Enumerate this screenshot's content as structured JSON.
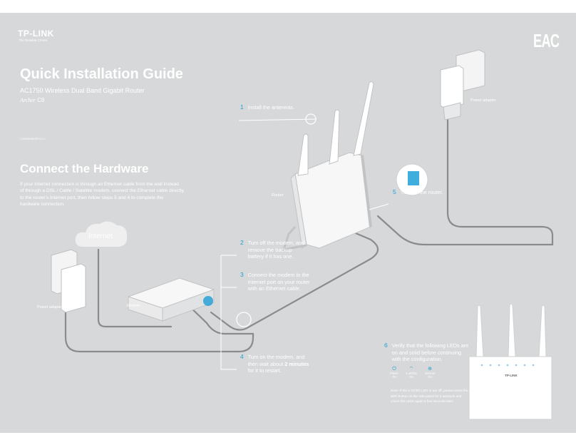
{
  "header": {
    "brand": "TP-LINK",
    "tagline": "The Reliable Choice",
    "cert_mark": "EAC",
    "title": "Quick Installation Guide",
    "subtitle": "AC1750 Wireless Dual Band Gigabit Router",
    "model_prefix": "Archer",
    "model_suffix": "C8",
    "doc_code": "7106505908   REV3.0.0"
  },
  "section": {
    "heading": "Connect the Hardware",
    "intro": "If your Internet connection is through an Ethernet cable from the wall instead of through a DSL / Cable / Satellite modem, connect the Ethernet cable directly to the router's Internet port, then follow steps 5 and 6 to complete the hardware connection."
  },
  "labels": {
    "internet": "Internet",
    "modem": "Modem",
    "router": "Router",
    "power_adapter_left": "Power adapter",
    "power_adapter_right": "Power adapter",
    "router_brand": "TP-LINK"
  },
  "steps": [
    {
      "num": "1",
      "text": "Install the antennas."
    },
    {
      "num": "2",
      "text": "Turn off the modem, and remove the backup battery if it has one."
    },
    {
      "num": "3",
      "text": "Connect the modem to the Internet port on your router with an Ethernet cable."
    },
    {
      "num": "4",
      "text_before": "Turn on the modem, and then wait about ",
      "bold": "2 minutes",
      "text_after": " for it to restart."
    },
    {
      "num": "5",
      "text": "Turn on the router."
    },
    {
      "num": "6",
      "text": "Verify that the following LEDs are on and solid before continuing with the configuration."
    }
  ],
  "leds": [
    {
      "icon": "power-icon",
      "glyph": "⏻",
      "name": "Power",
      "state": "On"
    },
    {
      "icon": "wifi-icon",
      "glyph": "⌔",
      "name": "2.4G/5G",
      "state": "On"
    },
    {
      "icon": "globe-icon",
      "glyph": "⊕",
      "name": "Internet",
      "state": "On"
    }
  ],
  "note": "Note: If the 2.4G/5G LED is are off, please press the WiFi button on the side panel for 2 seconds and check the LEDs again a few seconds later.",
  "colors": {
    "accent": "#1e9fd6",
    "background": "#d7d8d9",
    "cable": "#8a8b8d"
  }
}
